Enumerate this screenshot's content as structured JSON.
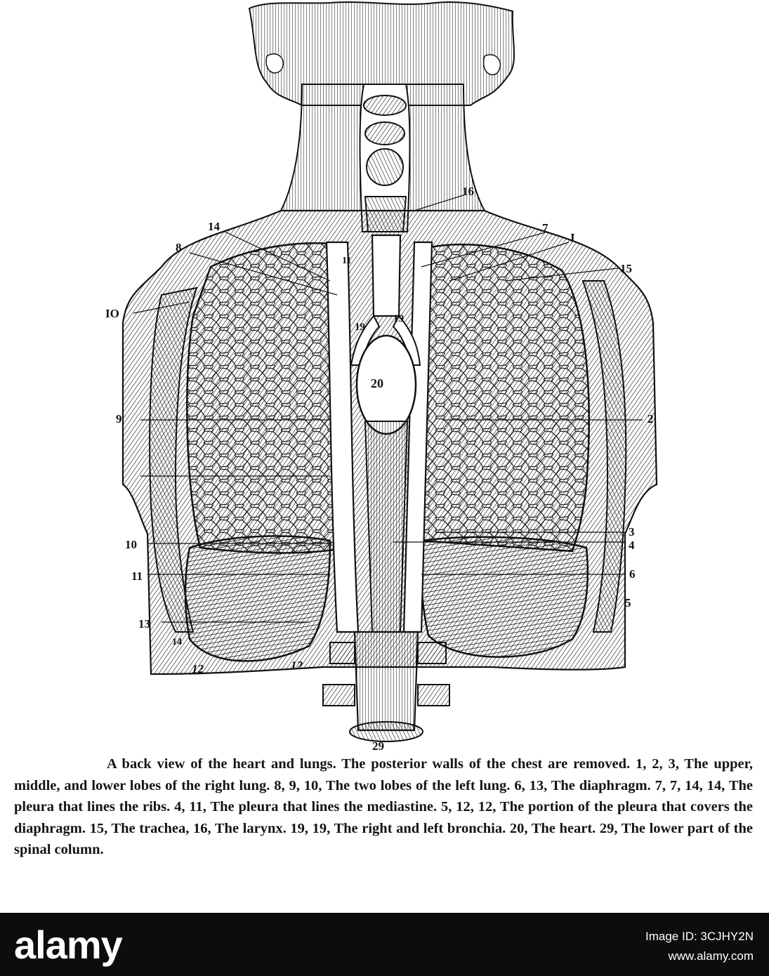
{
  "figure": {
    "labels": [
      {
        "id": "l16",
        "text": "16"
      },
      {
        "id": "l14a",
        "text": "14"
      },
      {
        "id": "l7",
        "text": "7"
      },
      {
        "id": "l1",
        "text": "I"
      },
      {
        "id": "l8",
        "text": "8"
      },
      {
        "id": "l15",
        "text": "15"
      },
      {
        "id": "l11a",
        "text": "11"
      },
      {
        "id": "l10a",
        "text": "IO"
      },
      {
        "id": "l19a",
        "text": "19"
      },
      {
        "id": "l19b",
        "text": "19"
      },
      {
        "id": "l20",
        "text": "20"
      },
      {
        "id": "l9",
        "text": "9"
      },
      {
        "id": "l2",
        "text": "2"
      },
      {
        "id": "l3",
        "text": "3"
      },
      {
        "id": "l10b",
        "text": "10"
      },
      {
        "id": "l4",
        "text": "4"
      },
      {
        "id": "l11b",
        "text": "11"
      },
      {
        "id": "l6",
        "text": "6"
      },
      {
        "id": "l5",
        "text": "5"
      },
      {
        "id": "l13",
        "text": "13"
      },
      {
        "id": "l14b",
        "text": "14"
      },
      {
        "id": "l12a",
        "text": "12"
      },
      {
        "id": "l12b",
        "text": "12"
      },
      {
        "id": "l29",
        "text": "29"
      }
    ]
  },
  "caption": {
    "text": "A back view of the heart and lungs. The posterior walls of the chest are removed. 1, 2, 3, The upper, middle, and lower lobes of the right lung. 8, 9, 10, The two lobes of the left lung. 6, 13, The diaphragm. 7, 7, 14, 14, The pleura that lines the ribs. 4, 11, The pleura that lines the mediastine. 5, 12, 12, The portion of the pleura that covers the diaphragm. 15, The trachea, 16, The larynx. 19, 19, The right and left bronchia. 20, The heart. 29, The lower part of the spinal column."
  },
  "footer": {
    "logo": "alamy",
    "image_id": "Image ID: 3CJHY2N",
    "site": "www.alamy.com"
  },
  "colors": {
    "ink": "#111111",
    "paper": "#ffffff",
    "footer_bg": "#0d0d0d"
  }
}
